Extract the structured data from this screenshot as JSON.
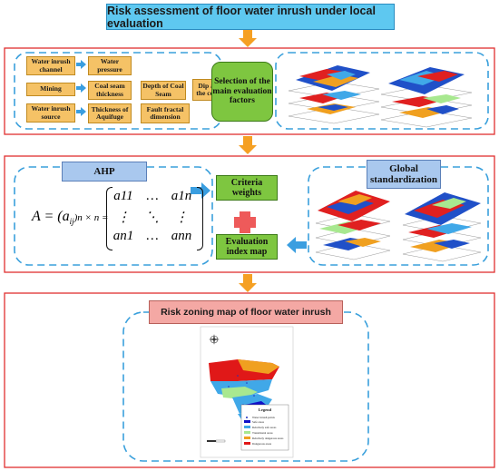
{
  "title": "Risk assessment of floor water inrush under local evaluation",
  "stage1": {
    "rows": [
      {
        "category": "Water inrush channel",
        "factors": [
          "Water pressure"
        ]
      },
      {
        "category": "Mining",
        "factors": [
          "Coal seam thickness",
          "Depth of Coal Seam",
          "Dip angle of the coal seam"
        ]
      },
      {
        "category": "Water inrush source",
        "factors": [
          "Thickness of Aquifuge",
          "Fault fractal dimension"
        ]
      }
    ],
    "selection_label": "Selection of the main evaluation factors"
  },
  "stage2": {
    "ahp_label": "AHP",
    "equation_lhs": "A = (a",
    "equation_sub": "ij",
    "equation_dims": ")n × n =",
    "matrix": [
      [
        "a11",
        "…",
        "a1n"
      ],
      [
        "⋮",
        "⋱",
        "⋮"
      ],
      [
        "an1",
        "…",
        "ann"
      ]
    ],
    "criteria_label": "Criteria weights",
    "evaluation_label": "Evaluation index map",
    "global_label": "Global standardization"
  },
  "stage3": {
    "zoning_label": "Risk zoning map of floor water inrush",
    "legend": {
      "title": "Legend",
      "items": [
        {
          "label": "Water inrush points",
          "color": "#2030c0"
        },
        {
          "label": "Safe areas",
          "color": "#1010c8"
        },
        {
          "label": "Relatively safe areas",
          "color": "#40a8e8"
        },
        {
          "label": "Transitional areas",
          "color": "#a8e890"
        },
        {
          "label": "Relatively dangerous areas",
          "color": "#f0a020"
        },
        {
          "label": "Dangerous areas",
          "color": "#e01818"
        }
      ]
    }
  },
  "colors": {
    "panel_border": "#e03030",
    "dashed": "#3aa0dc",
    "arrow": "#f5a023",
    "plus": "#ee5a5a",
    "blue_arrow": "#3a9ee0"
  }
}
